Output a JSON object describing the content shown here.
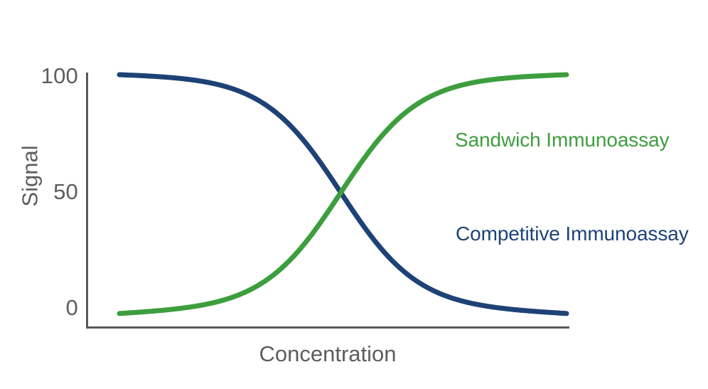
{
  "chart_data": {
    "type": "line",
    "title": "",
    "xlabel": "Concentration",
    "ylabel": "Signal",
    "grid": false,
    "legend_position": "inline-right",
    "yticks": [
      "100",
      "50",
      "0"
    ],
    "ytick_values": [
      100,
      50,
      0
    ],
    "xticks": [],
    "ylim": [
      0,
      100
    ],
    "x": [
      0,
      10,
      20,
      30,
      40,
      50,
      60,
      70,
      80,
      90,
      100
    ],
    "series": [
      {
        "name": "Competitive Immunoassay",
        "color": "#1e4276",
        "shape": "decreasing-sigmoid",
        "values": [
          100,
          99,
          97,
          91,
          77,
          52,
          28,
          13,
          5,
          1,
          0
        ]
      },
      {
        "name": "Sandwich Immunoassay",
        "color": "#3d9e3d",
        "shape": "increasing-sigmoid",
        "values": [
          0,
          1,
          4,
          10,
          25,
          50,
          73,
          87,
          95,
          98,
          100
        ]
      }
    ],
    "annotations": [
      {
        "text": "Sandwich Immunoassay",
        "color": "#3d9e3d"
      },
      {
        "text": "Competitive Immunoassay",
        "color": "#1e4276"
      }
    ]
  },
  "axes": {
    "y_title": "Signal",
    "x_title": "Concentration",
    "tick_100": "100",
    "tick_50": "50",
    "tick_0": "0",
    "axis_color": "#595959",
    "label_color": "#5d5d5d"
  },
  "legend": {
    "sandwich_label": "Sandwich Immunoassay",
    "competitive_label": "Competitive Immunoassay",
    "sandwich_color": "#3d9e3d",
    "competitive_color": "#1e4276"
  }
}
